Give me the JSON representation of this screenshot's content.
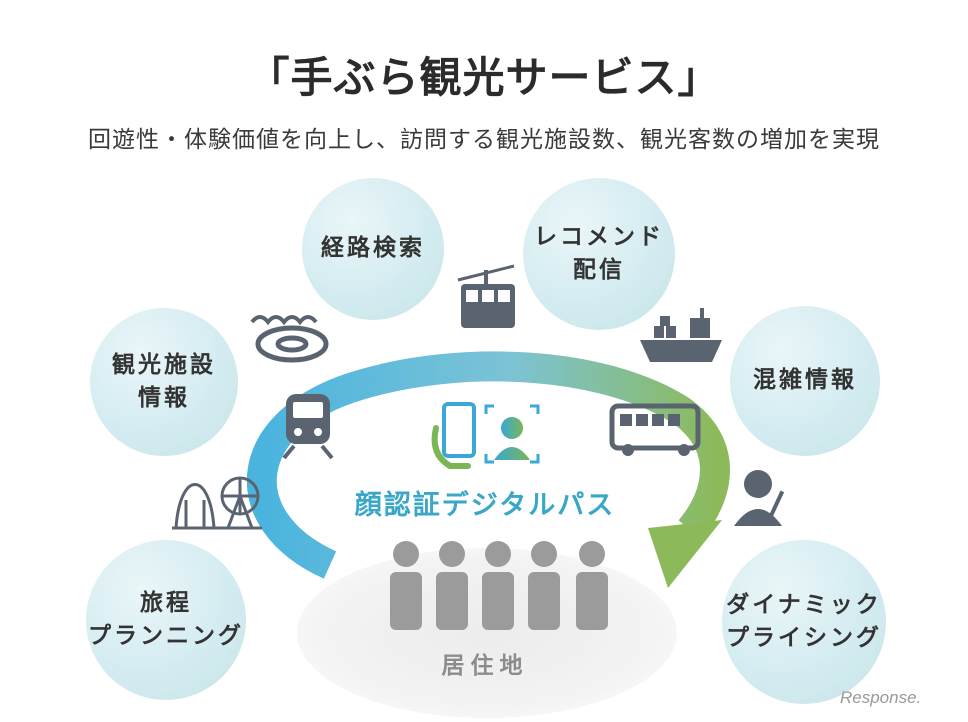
{
  "title": "「手ぶら観光サービス」",
  "subtitle": "回遊性・体験価値を向上し、訪問する観光施設数、観光客数の増加を実現",
  "bubbles": {
    "route_search": "経路検索",
    "recommend": "レコメンド\n配信",
    "facility_info": "観光施設\n情報",
    "congestion": "混雑情報",
    "itinerary": "旅程\nプランニング",
    "dynamic_pricing": "ダイナミック\nプライシング"
  },
  "center": {
    "pass_label": "顔認証デジタルパス",
    "home_label": "居住地"
  },
  "watermark": "Response.",
  "colors": {
    "arrow_start": "#4ab4de",
    "arrow_end": "#8cba5a",
    "icon_gray": "#5a6470",
    "people_gray": "#9b9b9b"
  },
  "icons": [
    "ropeway-icon",
    "ship-icon",
    "stadium-icon",
    "train-icon",
    "bus-icon",
    "person-icon",
    "roller-coaster-icon",
    "smartphone-hand-icon",
    "face-scan-icon"
  ]
}
